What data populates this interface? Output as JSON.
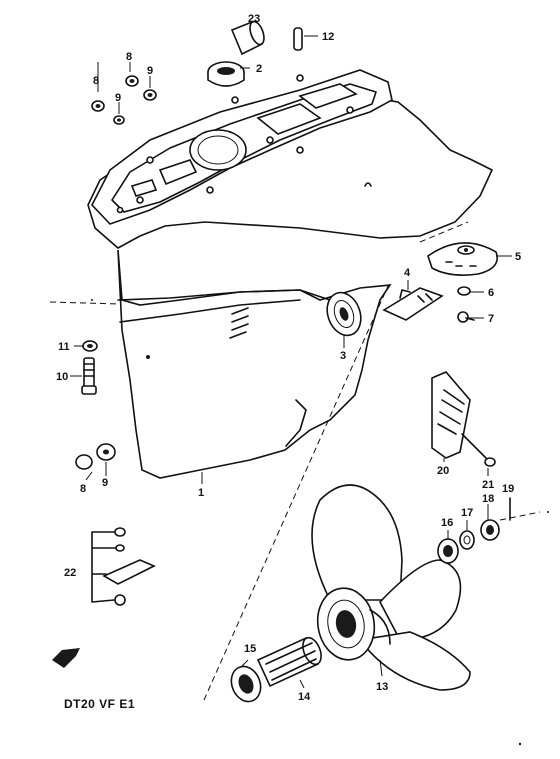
{
  "diagram": {
    "model_code": "DT20 VF E1",
    "callouts": [
      {
        "id": "c1",
        "label": "1"
      },
      {
        "id": "c2",
        "label": "2"
      },
      {
        "id": "c3",
        "label": "3"
      },
      {
        "id": "c4",
        "label": "4"
      },
      {
        "id": "c5",
        "label": "5"
      },
      {
        "id": "c6",
        "label": "6"
      },
      {
        "id": "c7",
        "label": "7"
      },
      {
        "id": "c8a",
        "label": "8"
      },
      {
        "id": "c8b",
        "label": "8"
      },
      {
        "id": "c8c",
        "label": "8"
      },
      {
        "id": "c9a",
        "label": "9"
      },
      {
        "id": "c9b",
        "label": "9"
      },
      {
        "id": "c9c",
        "label": "9"
      },
      {
        "id": "c10",
        "label": "10"
      },
      {
        "id": "c11",
        "label": "11"
      },
      {
        "id": "c12",
        "label": "12"
      },
      {
        "id": "c13",
        "label": "13"
      },
      {
        "id": "c14",
        "label": "14"
      },
      {
        "id": "c15",
        "label": "15"
      },
      {
        "id": "c16",
        "label": "16"
      },
      {
        "id": "c17",
        "label": "17"
      },
      {
        "id": "c18",
        "label": "18"
      },
      {
        "id": "c19",
        "label": "19"
      },
      {
        "id": "c20",
        "label": "20"
      },
      {
        "id": "c21",
        "label": "21"
      },
      {
        "id": "c22",
        "label": "22"
      },
      {
        "id": "c23",
        "label": "23"
      }
    ]
  }
}
